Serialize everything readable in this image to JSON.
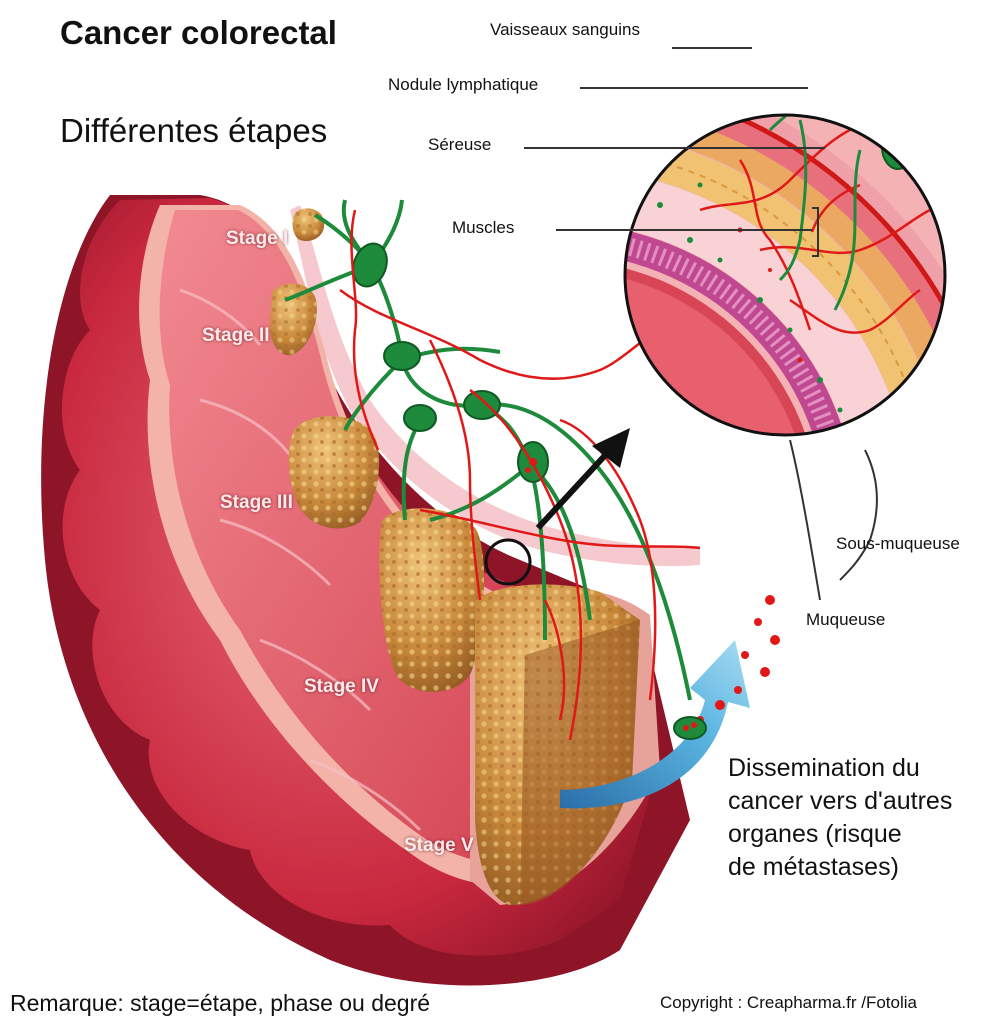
{
  "title": "Cancer colorectal",
  "subtitle": "Différentes étapes",
  "labels": {
    "vessels": "Vaisseaux sanguins",
    "lymph_node": "Nodule lymphatique",
    "serosa": "Séreuse",
    "muscles": "Muscles",
    "submucosa": "Sous-muqueuse",
    "mucosa": "Muqueuse"
  },
  "stages": [
    "Stage I",
    "Stage II",
    "Stage III",
    "Stage IV",
    "Stage V"
  ],
  "dissemination": [
    "Dissemination du",
    "cancer vers d'autres",
    "organes (risque",
    "de métastases)"
  ],
  "remark": "Remarque: stage=étape, phase ou degré",
  "copyright": "Copyright : Creapharma.fr /Fotolia",
  "colors": {
    "tissue": "#c8283e",
    "tissue_light": "#e8707c",
    "tissue_pale": "#f3b3a8",
    "tumor": "#c88a3c",
    "lymph": "#1e8a3c",
    "vessel": "#e01818",
    "arrow_blue": "#4aa6d8"
  }
}
